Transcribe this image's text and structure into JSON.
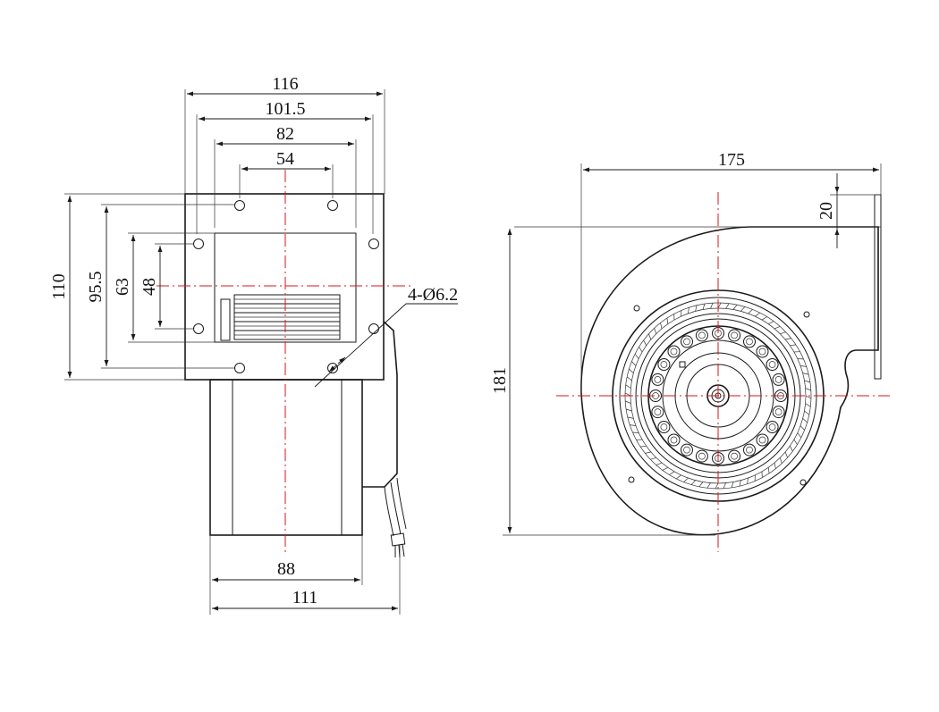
{
  "colors": {
    "line": "#1a1a1a",
    "centerline": "#d9141b",
    "background": "#ffffff"
  },
  "dimensions": {
    "front_view": {
      "width_116": "116",
      "width_101_5": "101.5",
      "width_82": "82",
      "width_54": "54",
      "height_110": "110",
      "height_95_5": "95.5",
      "height_63": "63",
      "height_48": "48",
      "holes": "4-Ø6.2",
      "width_88": "88",
      "width_111": "111"
    },
    "side_view": {
      "width_175": "175",
      "height_181": "181",
      "outlet_20": "20"
    }
  }
}
